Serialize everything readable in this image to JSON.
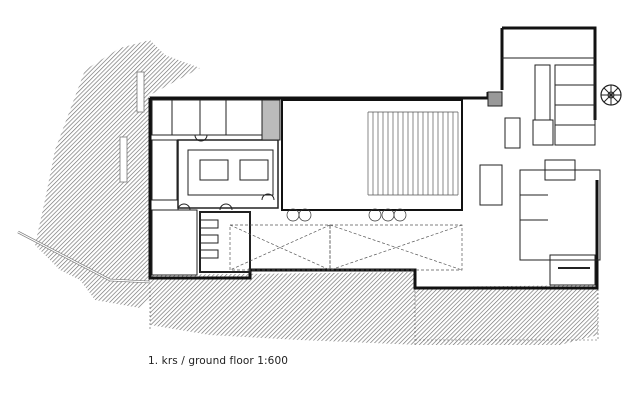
{
  "drawing": {
    "type": "architectural floor plan",
    "caption": "1. krs / ground floor  1:600",
    "floor_label_local": "1. krs",
    "floor_label_en": "ground floor",
    "scale": "1:600"
  },
  "colors": {
    "background": "#ffffff",
    "wall": "#111111",
    "thin_line": "#333333",
    "hatch": "#6e6e6e",
    "dashed": "#555555"
  },
  "zones": [
    {
      "id": "west-wing",
      "description": "rooms, corridors and service core"
    },
    {
      "id": "main-hall",
      "description": "large hall with tiered seating"
    },
    {
      "id": "foyer",
      "description": "lobby with dashed roof-light outlines"
    },
    {
      "id": "east-wing",
      "description": "offices, stairs, toilets and spiral stair"
    },
    {
      "id": "terrain",
      "description": "hatched surrounding ground / terrace"
    }
  ]
}
